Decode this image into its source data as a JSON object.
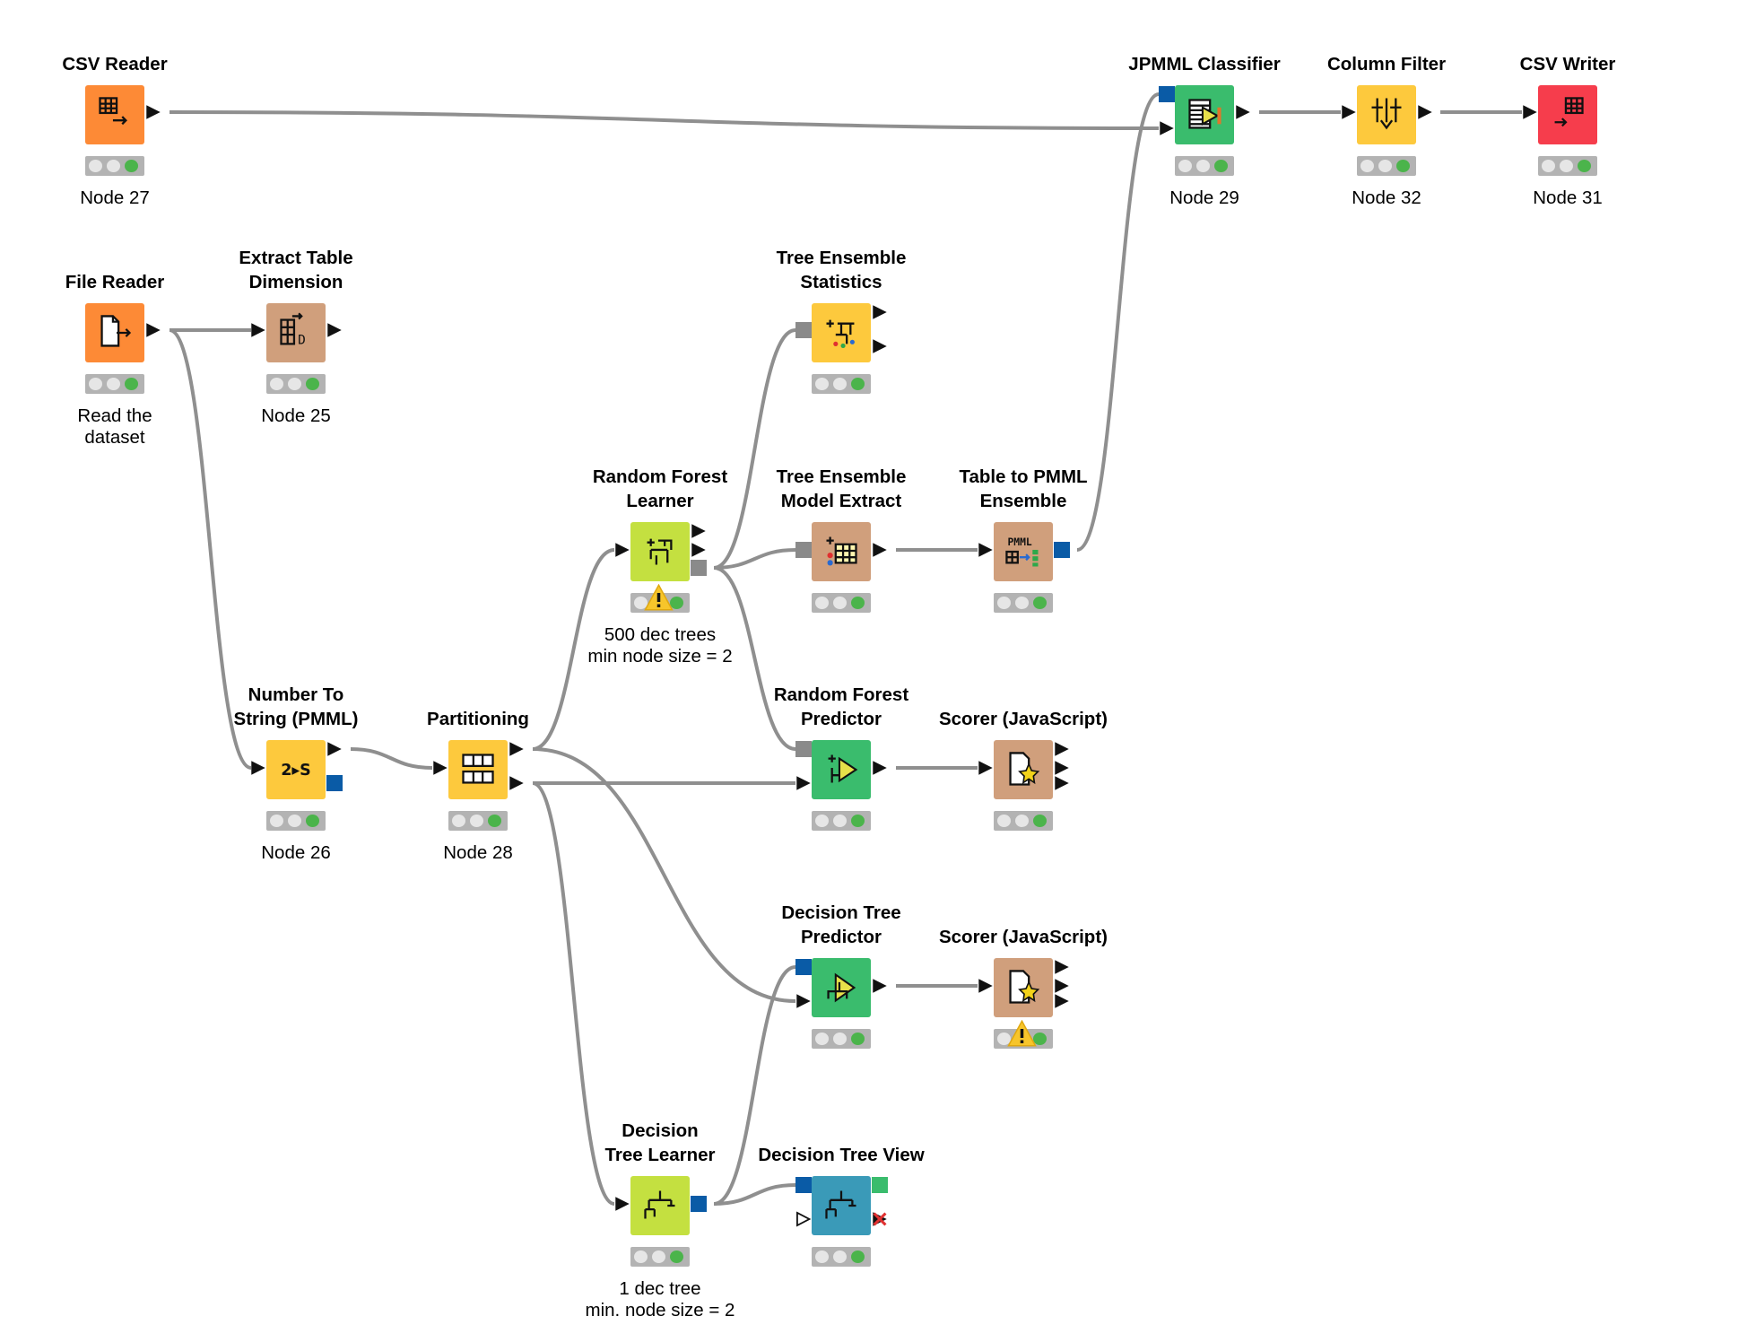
{
  "colors": {
    "source": "#fd8a36",
    "manipulator": "#fdc93d",
    "learner": "#c4e040",
    "predictor": "#3abc6d",
    "other": "#d09f7c",
    "visualizer": "#3a9ab8",
    "sink": "#f63d4c",
    "wire": "#8f8f8f",
    "pmml_port": "#0a5ba6",
    "model_port": "#8a8a8a"
  },
  "nodes": [
    {
      "id": "n27",
      "title": [
        "CSV Reader"
      ],
      "label": [
        "Node 27"
      ],
      "category": "source",
      "icon": "csv-reader-icon",
      "status": "executed"
    },
    {
      "id": "fr",
      "title": [
        "File Reader"
      ],
      "label": [
        "Read the",
        "dataset"
      ],
      "category": "source",
      "icon": "file-reader-icon",
      "status": "executed"
    },
    {
      "id": "n25",
      "title": [
        "Extract Table",
        "Dimension"
      ],
      "label": [
        "Node 25"
      ],
      "category": "other",
      "icon": "extract-dimension-icon",
      "status": "executed"
    },
    {
      "id": "n26",
      "title": [
        "Number To",
        "String (PMML)"
      ],
      "label": [
        "Node 26"
      ],
      "category": "manipulator",
      "icon": "number-to-string-icon",
      "icon_text": "2▸S",
      "status": "executed"
    },
    {
      "id": "n28",
      "title": [
        "Partitioning"
      ],
      "label": [
        "Node 28"
      ],
      "category": "manipulator",
      "icon": "partitioning-icon",
      "status": "executed"
    },
    {
      "id": "rfl",
      "title": [
        "Random Forest",
        "Learner"
      ],
      "label": [
        "500 dec trees",
        "min node size = 2"
      ],
      "category": "learner",
      "icon": "random-forest-learner-icon",
      "status": "warning"
    },
    {
      "id": "tes",
      "title": [
        "Tree Ensemble",
        "Statistics"
      ],
      "label": [],
      "category": "manipulator",
      "icon": "tree-ensemble-statistics-icon",
      "status": "executed"
    },
    {
      "id": "teme",
      "title": [
        "Tree Ensemble",
        "Model Extract"
      ],
      "label": [],
      "category": "other",
      "icon": "tree-ensemble-extract-icon",
      "status": "executed"
    },
    {
      "id": "tpe",
      "title": [
        "Table to PMML",
        "Ensemble"
      ],
      "label": [],
      "category": "other",
      "icon": "table-to-pmml-icon",
      "icon_text": "PMML",
      "status": "executed"
    },
    {
      "id": "rfp",
      "title": [
        "Random Forest",
        "Predictor"
      ],
      "label": [],
      "category": "predictor",
      "icon": "random-forest-predictor-icon",
      "status": "executed"
    },
    {
      "id": "sc1",
      "title": [
        "Scorer (JavaScript)"
      ],
      "label": [],
      "category": "other",
      "icon": "scorer-icon",
      "status": "executed"
    },
    {
      "id": "dtp",
      "title": [
        "Decision Tree",
        "Predictor"
      ],
      "label": [],
      "category": "predictor",
      "icon": "decision-tree-predictor-icon",
      "status": "executed"
    },
    {
      "id": "sc2",
      "title": [
        "Scorer (JavaScript)"
      ],
      "label": [],
      "category": "other",
      "icon": "scorer-icon",
      "status": "warning"
    },
    {
      "id": "dtl",
      "title": [
        "Decision",
        "Tree Learner"
      ],
      "label": [
        "1 dec tree",
        "min. node size = 2"
      ],
      "category": "learner",
      "icon": "decision-tree-learner-icon",
      "status": "executed"
    },
    {
      "id": "dtv",
      "title": [
        "Decision Tree View"
      ],
      "label": [],
      "category": "visualizer",
      "icon": "decision-tree-view-icon",
      "status": "executed"
    },
    {
      "id": "n29",
      "title": [
        "JPMML Classifier"
      ],
      "label": [
        "Node 29"
      ],
      "category": "predictor",
      "icon": "jpmml-classifier-icon",
      "status": "executed"
    },
    {
      "id": "n32",
      "title": [
        "Column Filter"
      ],
      "label": [
        "Node 32"
      ],
      "category": "manipulator",
      "icon": "column-filter-icon",
      "status": "executed"
    },
    {
      "id": "n31",
      "title": [
        "CSV Writer"
      ],
      "label": [
        "Node 31"
      ],
      "category": "sink",
      "icon": "csv-writer-icon",
      "status": "executed"
    }
  ],
  "connections": [
    {
      "from": "n27",
      "to": "n29"
    },
    {
      "from": "fr",
      "to": "n25"
    },
    {
      "from": "fr",
      "to": "n26"
    },
    {
      "from": "n26",
      "to": "n28"
    },
    {
      "from": "n28",
      "to": "rfl"
    },
    {
      "from": "n28",
      "to": "rfp"
    },
    {
      "from": "n28",
      "to": "dtp"
    },
    {
      "from": "n28",
      "to": "dtl"
    },
    {
      "from": "rfl",
      "to": "tes"
    },
    {
      "from": "rfl",
      "to": "teme"
    },
    {
      "from": "rfl",
      "to": "rfp"
    },
    {
      "from": "teme",
      "to": "tpe"
    },
    {
      "from": "tpe",
      "to": "n29"
    },
    {
      "from": "rfp",
      "to": "sc1"
    },
    {
      "from": "dtp",
      "to": "sc2"
    },
    {
      "from": "dtl",
      "to": "dtp"
    },
    {
      "from": "dtl",
      "to": "dtv"
    },
    {
      "from": "n29",
      "to": "n32"
    },
    {
      "from": "n32",
      "to": "n31"
    }
  ]
}
